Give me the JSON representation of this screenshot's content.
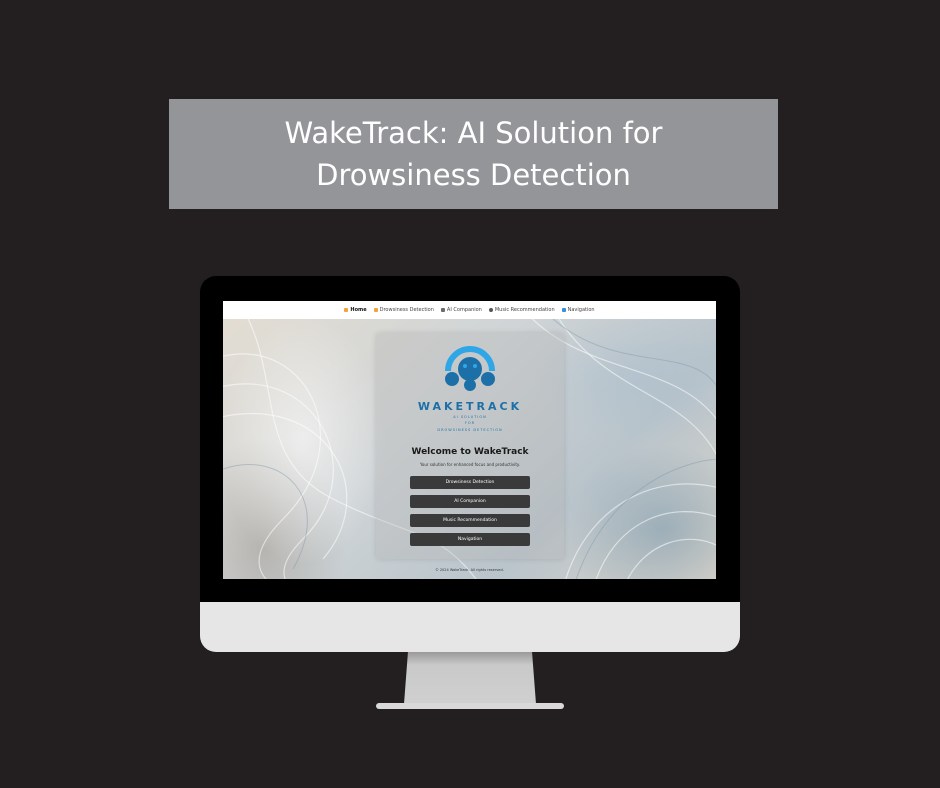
{
  "banner": {
    "title": "WakeTrack: AI Solution for Drowsiness Detection"
  },
  "navbar": {
    "items": [
      {
        "label": "Home",
        "icon": "home-icon",
        "color": "#f2a33a"
      },
      {
        "label": "Drowsiness Detection",
        "icon": "eye-icon",
        "color": "#f2a33a"
      },
      {
        "label": "AI Companion",
        "icon": "robot-icon",
        "color": "#6b6b6b"
      },
      {
        "label": "Music Recommendation",
        "icon": "music-icon",
        "color": "#555555"
      },
      {
        "label": "Navigation",
        "icon": "map-icon",
        "color": "#3a8fd9"
      }
    ]
  },
  "logo": {
    "wordmark": "WAKETRACK",
    "tagline_1": "AI SOLUTION",
    "tagline_2": "FOR",
    "tagline_3": "DROWSINESS DETECTION",
    "color": "#1d6fa8",
    "accent": "#2fa7e6"
  },
  "card": {
    "welcome": "Welcome to WakeTrack",
    "tagline": "Your solution for enhanced focus and productivity.",
    "buttons": [
      "Drowsiness Detection",
      "AI Companion",
      "Music Recommendation",
      "Navigation"
    ]
  },
  "footer": {
    "text": "© 2024 WakeTrack. All rights reserved."
  }
}
